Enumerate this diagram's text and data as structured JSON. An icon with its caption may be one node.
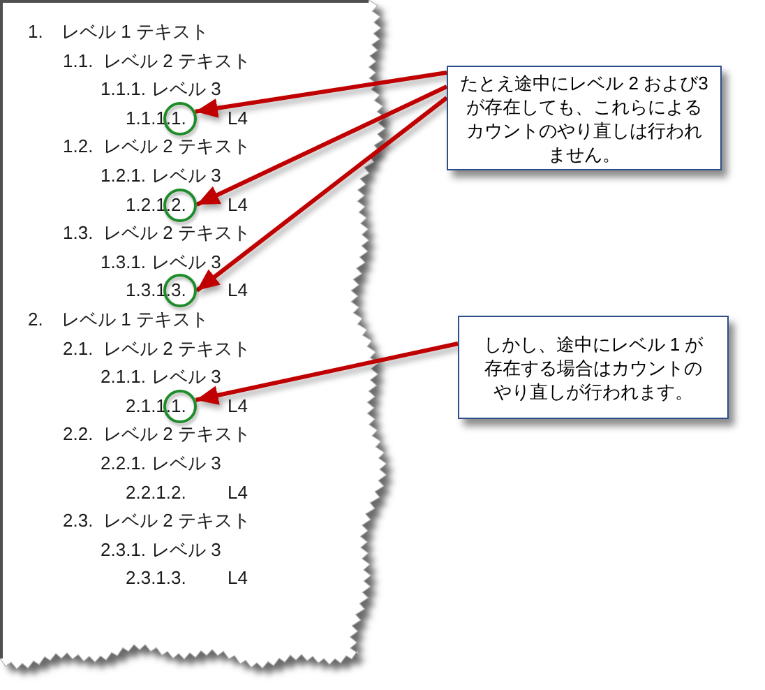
{
  "diagram": {
    "nodes": [
      {
        "text": [
          "たとえ途中にレベル 2 および3 が存在しても、これらによるカウントのやり直しは行われません。"
        ]
      },
      {
        "text": [],
        "shape": "circle"
      },
      {
        "text": [],
        "shape": "circle"
      },
      {
        "text": [],
        "shape": "circle"
      },
      {
        "text": [
          "しかし、途中にレベル 1 が存在する場合はカウントのやり直しが行われます。"
        ]
      },
      {
        "text": [],
        "shape": "circle"
      }
    ],
    "edges": [
      {
        "from": 0,
        "to": 1,
        "arrow": "to"
      },
      {
        "from": 0,
        "to": 2,
        "arrow": "to"
      },
      {
        "from": 0,
        "to": 3,
        "arrow": "to"
      },
      {
        "from": 4,
        "to": 5,
        "arrow": "to"
      }
    ],
    "labels": [
      "1.",
      "レベル 1 テキスト",
      "1.1.",
      "レベル 2 テキスト",
      "1.1.1.",
      "レベル 3",
      "1.1.1.1.",
      "L4",
      "1.2.",
      "レベル 2 テキスト",
      "1.2.1.",
      "レベル 3",
      "1.2.1.2.",
      "L4",
      "1.3.",
      "レベル 2 テキスト",
      "1.3.1.",
      "レベル 3",
      "1.3.1.3.",
      "L4",
      "2.",
      "レベル 1 テキスト",
      "2.1.",
      "レベル 2 テキスト",
      "2.1.1.",
      "レベル 3",
      "2.1.1.1.",
      "L4",
      "2.2.",
      "レベル 2 テキスト",
      "2.2.1.",
      "レベル 3",
      "2.2.1.2.",
      "L4",
      "2.3.",
      "レベル 2 テキスト",
      "2.3.1.",
      "レベル 3",
      "2.3.1.3.",
      "L4"
    ]
  }
}
